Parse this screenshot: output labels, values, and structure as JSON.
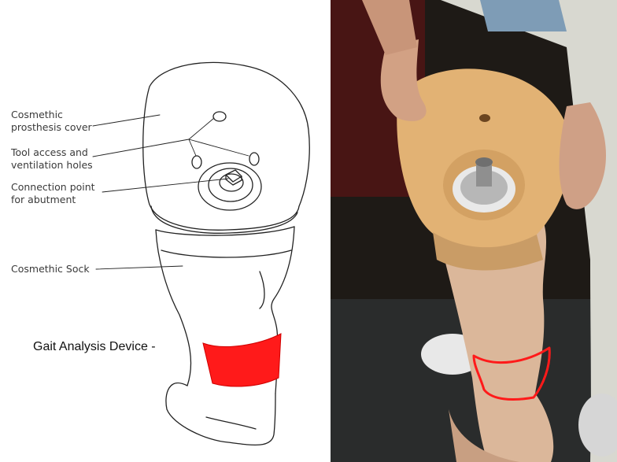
{
  "diagram": {
    "labels": {
      "cover": "Cosmethic\nprosthesis cover",
      "holes": "Tool access and\nventilation holes",
      "connection": "Connection point\nfor abutment",
      "sock": "Cosmethic Sock",
      "gait_device": "Gait Analysis Device -"
    },
    "colors": {
      "highlight": "#ff1a1a",
      "line": "#222222",
      "label_text": "#3a3a3a"
    }
  },
  "photo": {
    "subject": "prosthetic leg with socket cover held by two hands",
    "colors": {
      "socket": "#e2b274",
      "sock": "#d9b594",
      "outline": "#ff1a1a",
      "background": "#1e1a16"
    }
  }
}
